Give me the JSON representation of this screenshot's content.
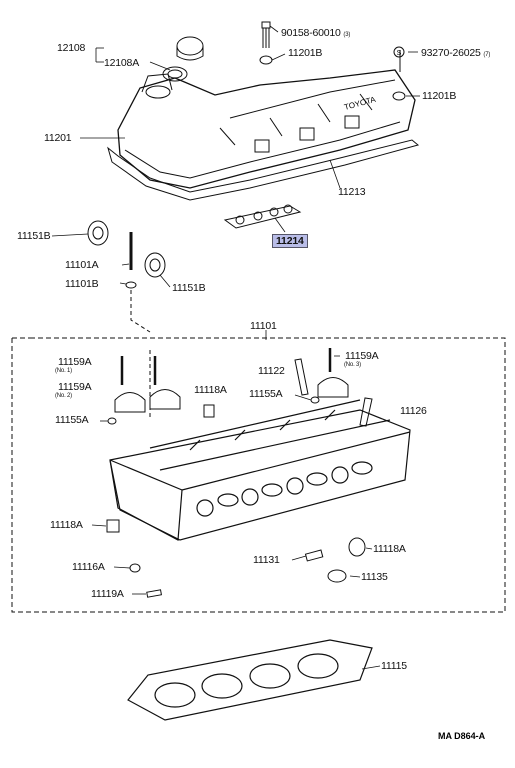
{
  "labels": {
    "p90158": "90158-60010",
    "p90158_qty": "(3)",
    "p12108": "12108",
    "p12108A": "12108A",
    "p11201B_top": "11201B",
    "p93270": "93270-26025",
    "p93270_qty": "(7)",
    "p11201B_right": "11201B",
    "p11201": "11201",
    "p11213": "11213",
    "p11151B_left": "11151B",
    "p11214": "11214",
    "p11101A": "11101A",
    "p11101B": "11101B",
    "p11151B_mid": "11151B",
    "p11101": "11101",
    "p11159A_no1": "11159A",
    "no1": "(No. 1)",
    "p11159A_no2": "11159A",
    "no2": "(No. 2)",
    "p11122": "11122",
    "p11159A_no3": "11159A",
    "no3": "(No. 3)",
    "p11118A_top": "11118A",
    "p11155A_mid": "11155A",
    "p11126": "11126",
    "p11155A_left": "11155A",
    "p11118A_left": "11118A",
    "p11131": "11131",
    "p11118A_right": "11118A",
    "p11116A": "11116A",
    "p11135": "11135",
    "p11119A": "11119A",
    "p11115": "11115",
    "s_mark": "S",
    "head_brand": "TOYOTA",
    "diagram_code": "MA  D864-A"
  },
  "colors": {
    "highlight": "#b9bde8",
    "ink": "#111111"
  }
}
